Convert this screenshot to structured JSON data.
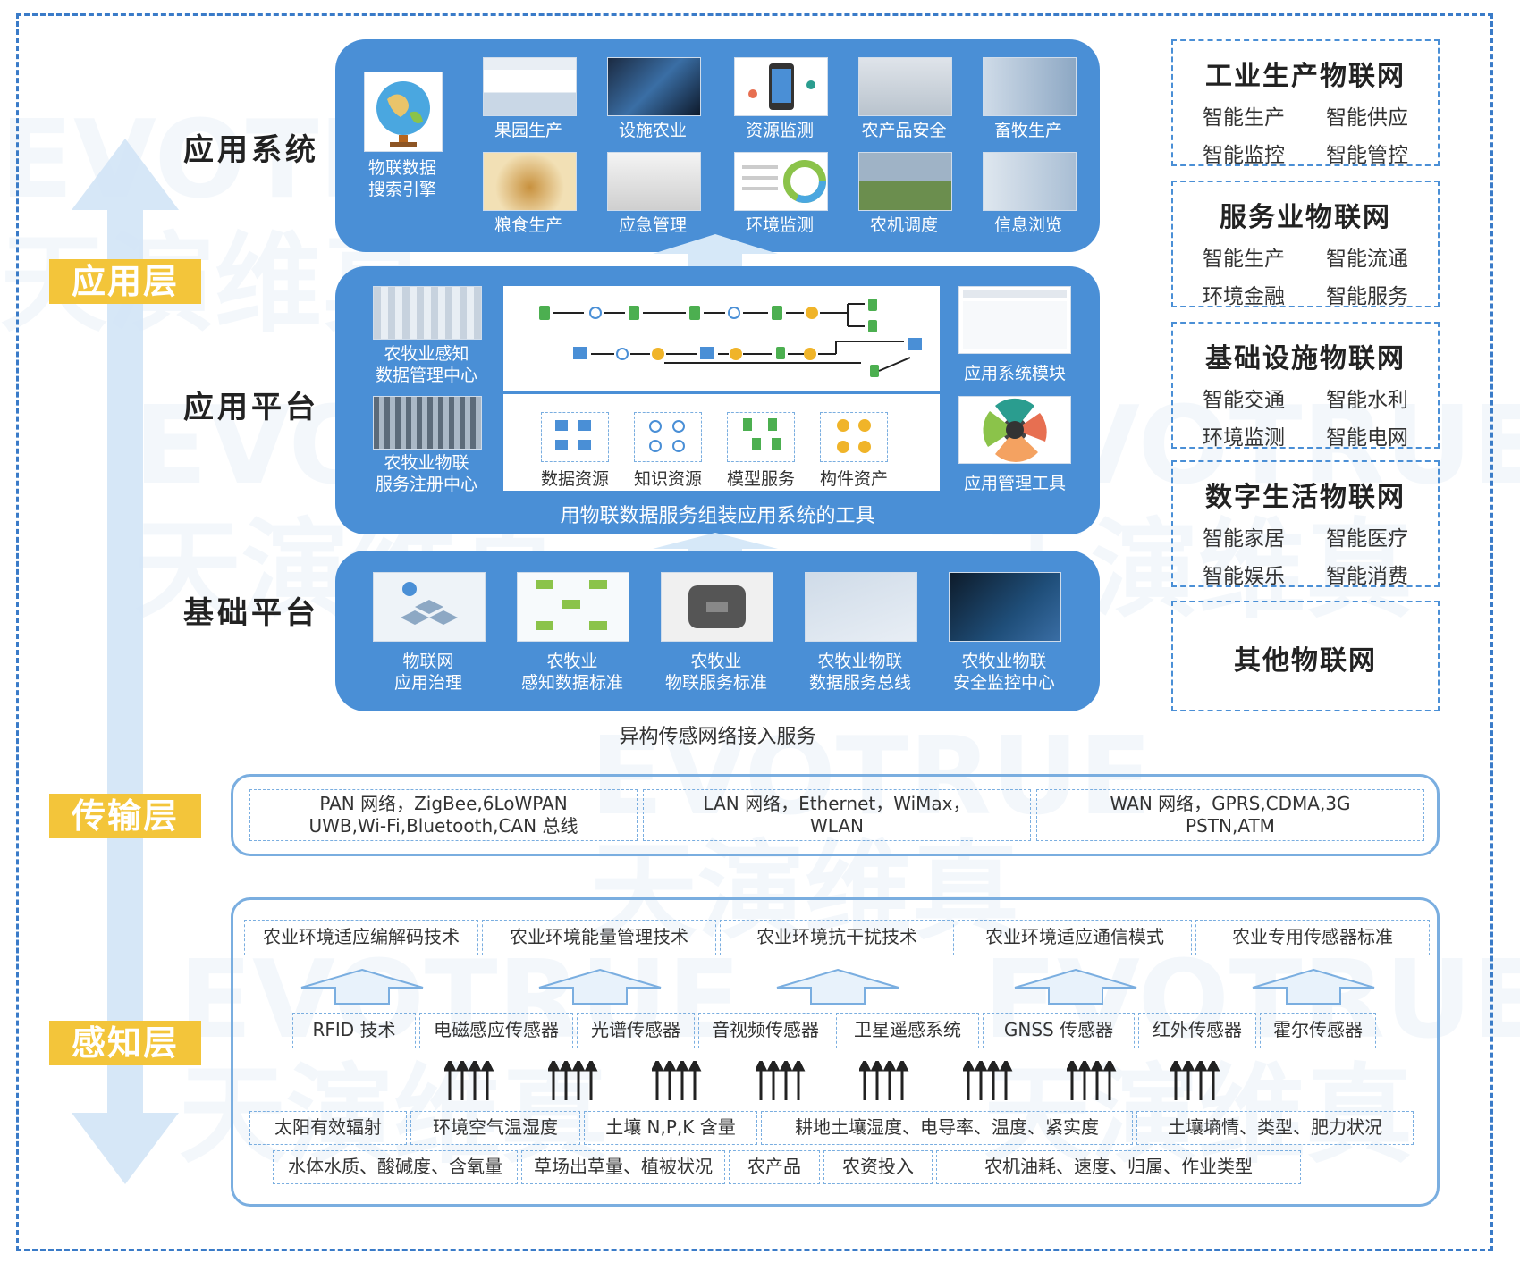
{
  "labels": {
    "app_system": "应用系统",
    "app_platform": "应用平台",
    "base_platform": "基础平台",
    "layer_app": "应用层",
    "layer_transport": "传输层",
    "layer_perception": "感知层"
  },
  "app_system": {
    "search_engine": [
      "物联数据",
      "搜索引擎"
    ],
    "items": [
      "果园生产",
      "设施农业",
      "资源监测",
      "农产品安全",
      "畜牧生产",
      "粮食生产",
      "应急管理",
      "环境监测",
      "农机调度",
      "信息浏览"
    ]
  },
  "app_platform": {
    "left": [
      [
        "农牧业感知",
        "数据管理中心"
      ],
      [
        "农牧业物联",
        "服务注册中心"
      ]
    ],
    "resources": [
      "数据资源",
      "知识资源",
      "模型服务",
      "构件资产"
    ],
    "right": [
      "应用系统模块",
      "应用管理工具"
    ],
    "footer": "用物联数据服务组装应用系统的工具"
  },
  "base_platform": {
    "items": [
      [
        "物联网",
        "应用治理"
      ],
      [
        "农牧业",
        "感知数据标准"
      ],
      [
        "农牧业",
        "物联服务标准"
      ],
      [
        "农牧业物联",
        "数据服务总线"
      ],
      [
        "农牧业物联",
        "安全监控中心"
      ]
    ],
    "footer": "异构传感网络接入服务"
  },
  "transport": [
    [
      "PAN 网络，ZigBee,6LoWPAN",
      "UWB,Wi-Fi,Bluetooth,CAN 总线"
    ],
    [
      "LAN 网络，Ethernet，WiMax，",
      "WLAN"
    ],
    [
      "WAN 网络，GPRS,CDMA,3G",
      "PSTN,ATM"
    ]
  ],
  "perception": {
    "tech": [
      "农业环境适应编解码技术",
      "农业环境能量管理技术",
      "农业环境抗干扰技术",
      "农业环境适应通信模式",
      "农业专用传感器标准"
    ],
    "sensors": [
      "RFID 技术",
      "电磁感应传感器",
      "光谱传感器",
      "音视频传感器",
      "卫星遥感系统",
      "GNSS 传感器",
      "红外传感器",
      "霍尔传感器"
    ],
    "row1": [
      "太阳有效辐射",
      "环境空气温湿度",
      "土壤 N,P,K 含量",
      "耕地土壤湿度、电导率、温度、紧实度",
      "土壤墒情、类型、肥力状况"
    ],
    "row2": [
      "水体水质、酸碱度、含氧量",
      "草场出草量、植被状况",
      "农产品",
      "农资投入",
      "农机油耗、速度、归属、作业类型"
    ]
  },
  "iot": [
    {
      "title": "工业生产物联网",
      "items": [
        "智能生产",
        "智能供应",
        "智能监控",
        "智能管控"
      ]
    },
    {
      "title": "服务业物联网",
      "items": [
        "智能生产",
        "智能流通",
        "环境金融",
        "智能服务"
      ]
    },
    {
      "title": "基础设施物联网",
      "items": [
        "智能交通",
        "智能水利",
        "环境监测",
        "智能电网"
      ]
    },
    {
      "title": "数字生活物联网",
      "items": [
        "智能家居",
        "智能医疗",
        "智能娱乐",
        "智能消费"
      ]
    },
    {
      "title": "其他物联网",
      "items": []
    }
  ],
  "colors": {
    "panel": "#4a8fd6",
    "tag": "#f3c53a",
    "accent": "#3a7bc8"
  },
  "watermark": [
    "EVOTRUE",
    "天演维真"
  ]
}
